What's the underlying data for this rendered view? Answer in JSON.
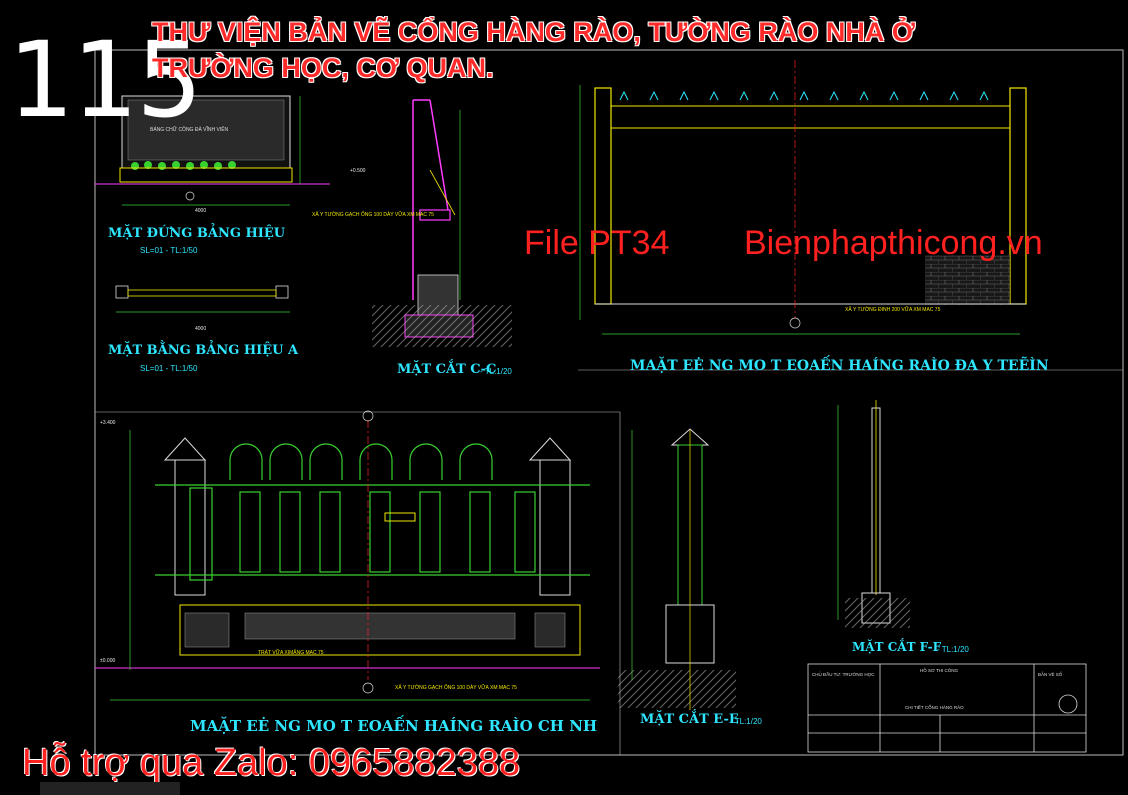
{
  "overlay": {
    "number": "115",
    "headline_line1": "THƯ VIỆN BẢN VẼ CỔNG HÀNG RÀO, TƯỜNG RÀO NHÀ Ở",
    "headline_line2": "TRƯỜNG HỌC, CƠ QUAN.",
    "file_code": "File PT34",
    "site": "Bienphapthicong.vn",
    "support": "Hỗ trợ qua Zalo: 0965882388"
  },
  "drawing_titles": {
    "sign_elevation": "MẶT ĐỨNG BẢNG HIỆU",
    "sign_elevation_scale": "SL=01 - TL:1/50",
    "sign_plan": "MẶT BẰNG BẢNG HIỆU A",
    "sign_plan_scale": "SL=01 - TL:1/50",
    "section_cc": "MẶT CẮT C-C",
    "section_cc_scale": "- TL:1/20",
    "wall_elevation_right": "MAẶT EĖ NG MO T EOAẾN HAÍNG RAÌO ĐA Y TEẼÌN",
    "fence_elevation": "MAẶT EĖ NG MO T EOAẾN HAÍNG RAÌO CH NH",
    "section_ee": "MẶT CẮT E-E",
    "section_ee_scale": "- TL:1/20",
    "section_ff": "MẶT CẮT F-F",
    "section_ff_scale": "- TL:1/20"
  },
  "annotations": {
    "sign_text": "BẢNG CHỮ CÔNG ĐÀ VĨNH VIỄN",
    "dim_4000": "4000",
    "wall_note_1": "XÂ Y TƯỜNG GẠCH ỐNG 100 DÀY VỮA XM MAC 75",
    "wall_note_2": "XÂ Y TƯỜNG ĐINH 200 VỮA XM MAC 75",
    "fence_note": "XÂ Y TƯỜNG GẠCH ỐNG 100 DÀY VỮA XM MAC 75",
    "plaster_note": "TRÁT VỮA XIMĂNG MAC 75",
    "elev_1": "+3.400",
    "elev_2": "+0.500",
    "elev_3": "±0.000"
  },
  "title_block": {
    "col1": "CHỦ ĐẦU TƯ: TRƯỜNG HỌC",
    "col2": "HỒ SƠ THI CÔNG",
    "col3": "CHI TIẾT CỔNG HÀNG RÀO",
    "col4": "BẢN VẼ SỐ"
  },
  "colors": {
    "cyan": "#2ee6ff",
    "green": "#39d12f",
    "yellow": "#f2e600",
    "red": "#ff2020",
    "magenta": "#ff3cff",
    "white": "#ffffff"
  }
}
